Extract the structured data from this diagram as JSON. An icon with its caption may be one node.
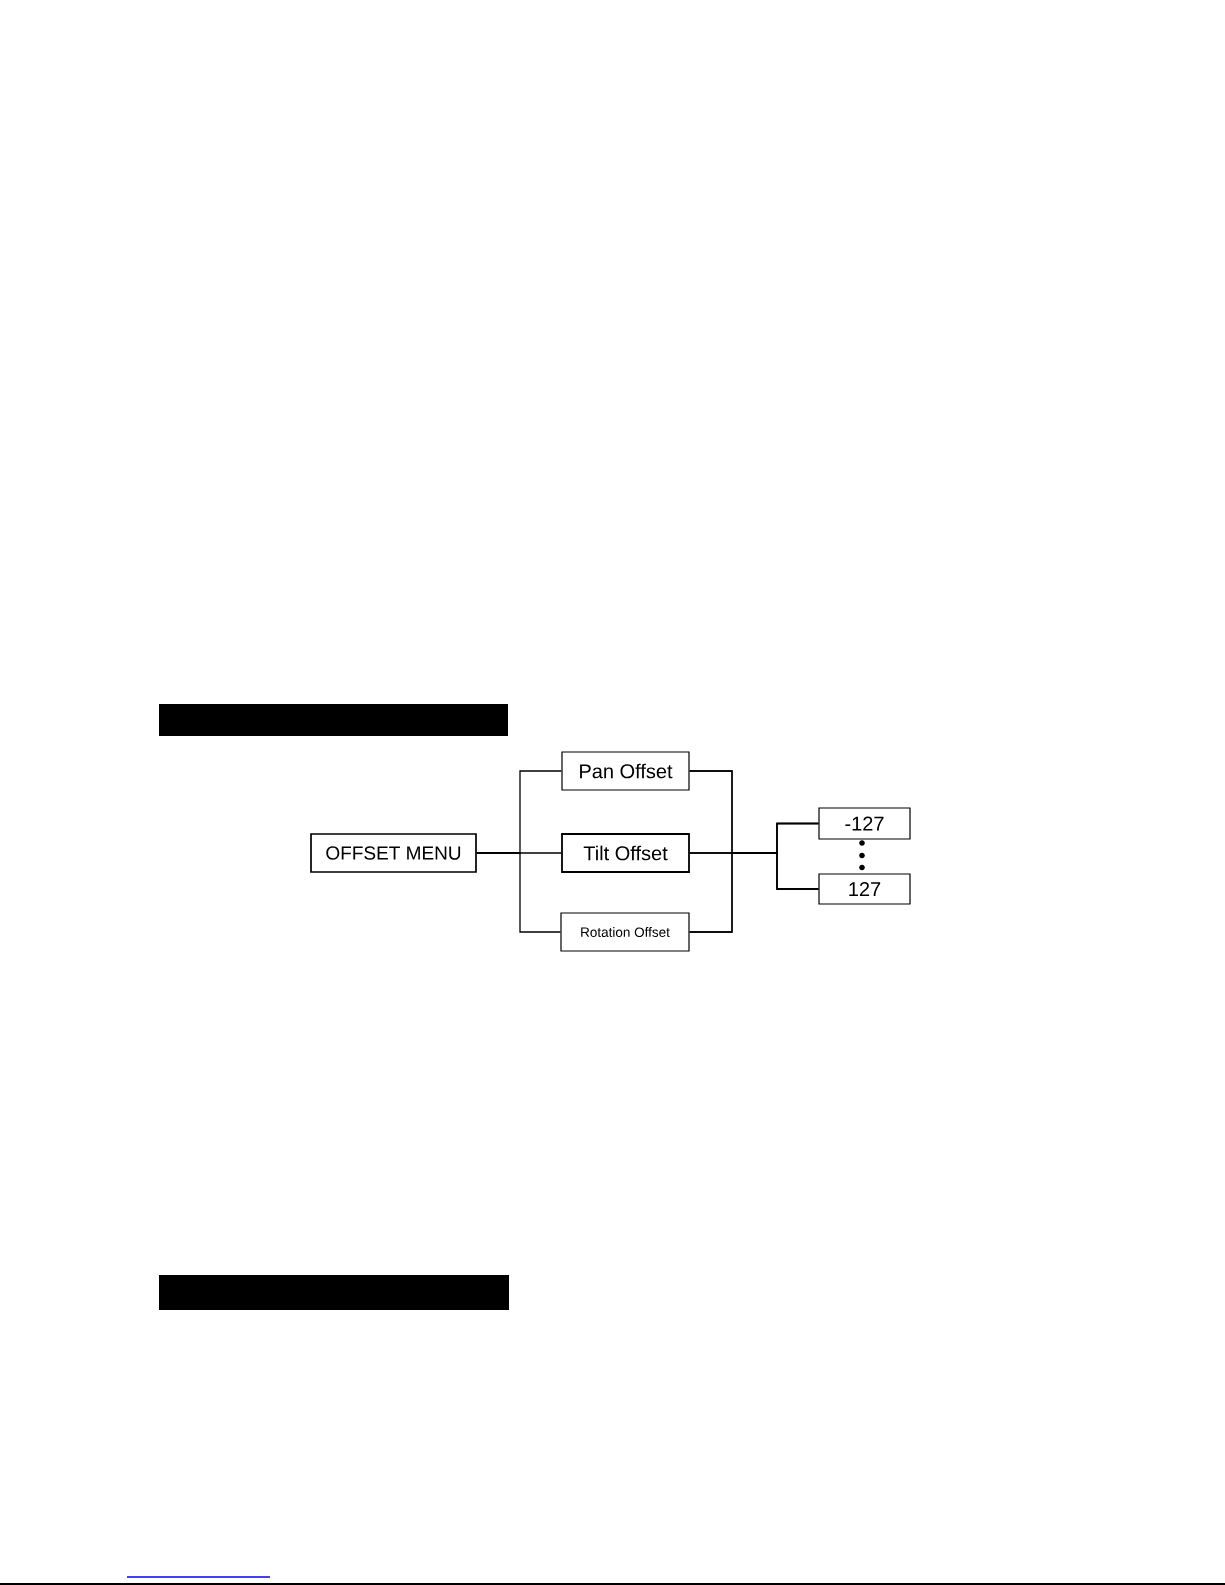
{
  "diagram": {
    "nodes": [
      {
        "text": [],
        "shape": "bar"
      },
      {
        "text": [
          "OFFSET MENU"
        ]
      },
      {
        "text": [
          "Pan Offset"
        ]
      },
      {
        "text": [
          "Tilt Offset"
        ]
      },
      {
        "text": [
          "Rotation Offset"
        ]
      },
      {
        "text": [
          "-127"
        ]
      },
      {
        "text": [
          "127"
        ]
      },
      {
        "text": [],
        "shape": "bar"
      }
    ],
    "edges": [
      {
        "from": 1,
        "to": 2,
        "arrow": "none"
      },
      {
        "from": 1,
        "to": 3,
        "arrow": "none"
      },
      {
        "from": 1,
        "to": 4,
        "arrow": "none"
      },
      {
        "from": 2,
        "to": 5,
        "arrow": "none"
      },
      {
        "from": 2,
        "to": 6,
        "arrow": "none"
      },
      {
        "from": 3,
        "to": 5,
        "arrow": "none"
      },
      {
        "from": 3,
        "to": 6,
        "arrow": "none"
      },
      {
        "from": 4,
        "to": 5,
        "arrow": "none"
      },
      {
        "from": 4,
        "to": 6,
        "arrow": "none"
      }
    ]
  }
}
